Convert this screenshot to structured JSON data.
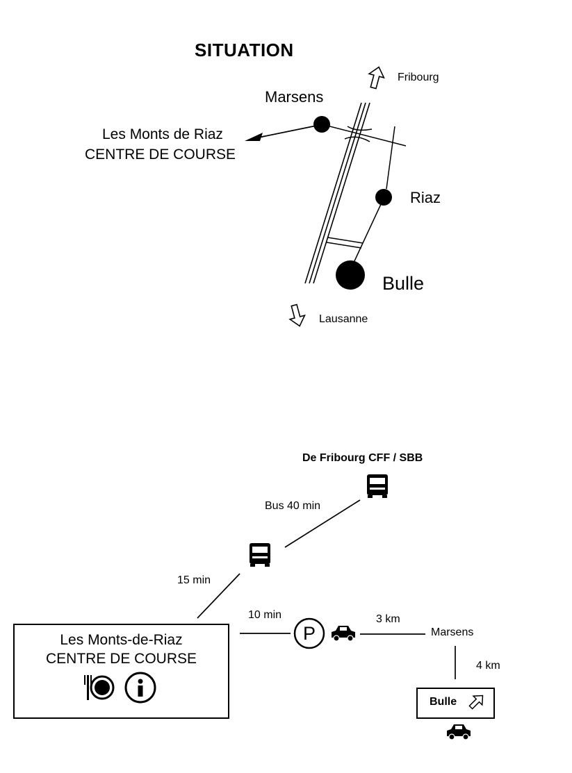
{
  "situation": {
    "title": "SITUATION",
    "destination_north": "Fribourg",
    "destination_south": "Lausanne",
    "marsens": "Marsens",
    "riaz": "Riaz",
    "bulle": "Bulle",
    "venue_line1": "Les Monts de Riaz",
    "venue_line2": "CENTRE DE COURSE"
  },
  "access": {
    "origin": "De Fribourg CFF / SBB",
    "bus_time": "Bus 40 min",
    "walk_time": "15 min",
    "parking_time": "10 min",
    "distance_marsens": "3 km",
    "marsens": "Marsens",
    "distance_bulle": "4 km",
    "bulle_sign": "Bulle",
    "venue_line1": "Les Monts-de-Riaz",
    "venue_line2": "CENTRE DE COURSE",
    "parking_letter": "P",
    "info_letter": "i"
  },
  "icons": [
    "arrow-up-icon",
    "arrow-down-icon",
    "bus-icon",
    "parking-icon",
    "car-icon",
    "restaurant-icon",
    "info-icon",
    "arrow-up-right-icon"
  ]
}
